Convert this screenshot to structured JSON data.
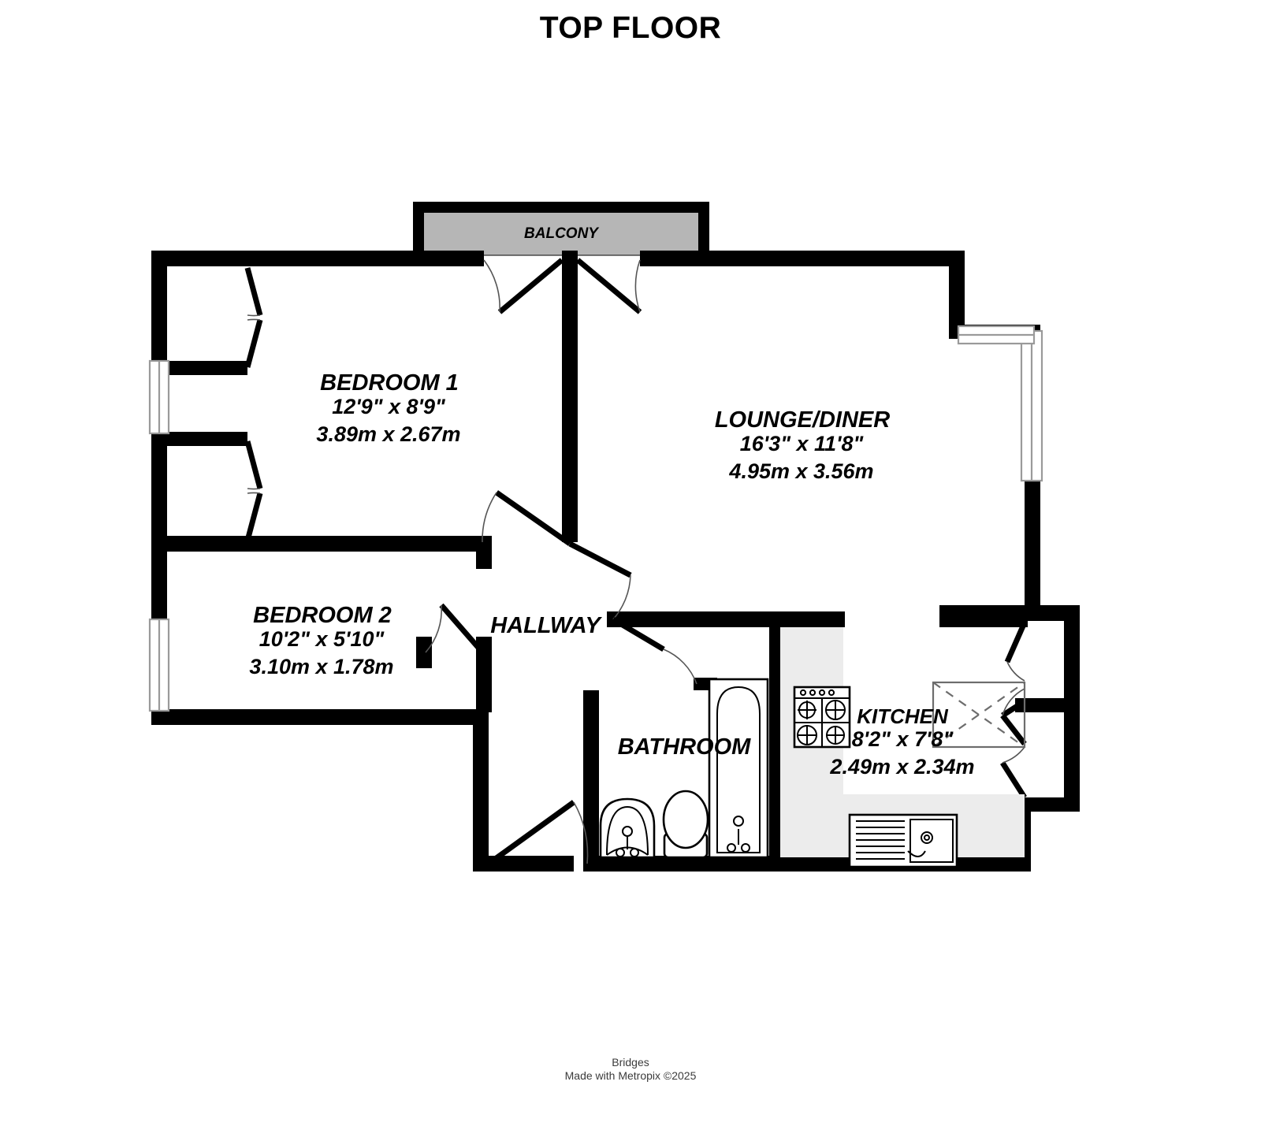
{
  "header": {
    "title": "TOP FLOOR"
  },
  "footer": {
    "company": "Bridges",
    "credit": "Made with Metropix ©2025"
  },
  "colors": {
    "wall": "#000000",
    "balcony_fill": "#b6b6b6",
    "tile_fill": "#ececec",
    "background": "#ffffff",
    "text": "#000000",
    "footer_text": "#3b3b3b"
  },
  "rooms": [
    {
      "key": "bedroom1",
      "name": "BEDROOM 1",
      "imperial": "12'9\"  x 8'9\"",
      "metric": "3.89m  x 2.67m"
    },
    {
      "key": "bedroom2",
      "name": "BEDROOM 2",
      "imperial": "10'2\"  x 5'10\"",
      "metric": "3.10m  x 1.78m"
    },
    {
      "key": "lounge",
      "name": "LOUNGE/DINER",
      "imperial": "16'3\"  x 11'8\"",
      "metric": "4.95m  x 3.56m"
    },
    {
      "key": "kitchen",
      "name": "KITCHEN",
      "imperial": "8'2\"  x 7'8\"",
      "metric": "2.49m  x 2.34m"
    },
    {
      "key": "bathroom",
      "name": "BATHROOM",
      "imperial": "",
      "metric": ""
    },
    {
      "key": "hallway",
      "name": "HALLWAY",
      "imperial": "",
      "metric": ""
    },
    {
      "key": "balcony",
      "name": "BALCONY",
      "imperial": "",
      "metric": ""
    }
  ],
  "fixtures": [
    {
      "key": "hob",
      "label": "hob"
    },
    {
      "key": "sink",
      "label": "sink-with-drainer"
    },
    {
      "key": "bath",
      "label": "bath"
    },
    {
      "key": "wc",
      "label": "toilet"
    },
    {
      "key": "basin",
      "label": "wash-basin"
    },
    {
      "key": "cupboard",
      "label": "cupboard"
    }
  ]
}
